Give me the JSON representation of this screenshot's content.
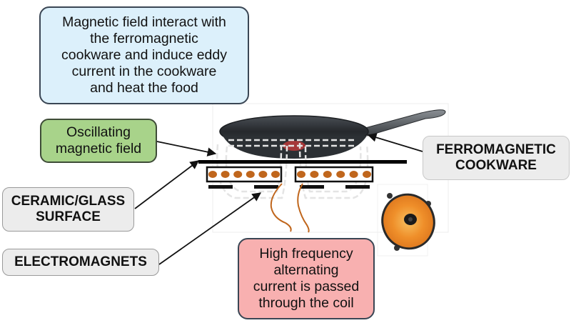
{
  "callouts": {
    "top": {
      "lines": [
        "Magnetic field interact with",
        "the ferromagnetic",
        "cookware and induce eddy",
        "current in the cookware",
        "and heat the food"
      ],
      "fill": "#dcf0fb"
    },
    "oscillating": {
      "lines": [
        "Oscillating",
        "magnetic field"
      ],
      "fill": "#a8d38a"
    },
    "ceramic": {
      "lines": [
        "CERAMIC/GLASS",
        "SURFACE"
      ],
      "fill": "#ececec"
    },
    "electromagnets": {
      "lines": [
        "ELECTROMAGNETS"
      ],
      "fill": "#ececec"
    },
    "ferromagnetic": {
      "lines": [
        "FERROMAGNETIC",
        "COOKWARE"
      ],
      "fill": "#ececec"
    },
    "high_frequency": {
      "lines": [
        "High frequency",
        "alternating",
        "current is passed",
        "through the coil"
      ],
      "fill": "#f8b0b0"
    }
  },
  "illustration": {
    "objects": [
      "frying-pan",
      "ceramic-glass-surface",
      "electromagnet-coils",
      "magnetic-field-lines",
      "power-wires",
      "induction-coil-photo"
    ],
    "colors": {
      "coil_copper": "#c0661c",
      "pan_body": "#2b2f33",
      "field_lines": "#e6e6e6",
      "wire": "#c0661c"
    },
    "coil_turns_per_side": 6
  }
}
